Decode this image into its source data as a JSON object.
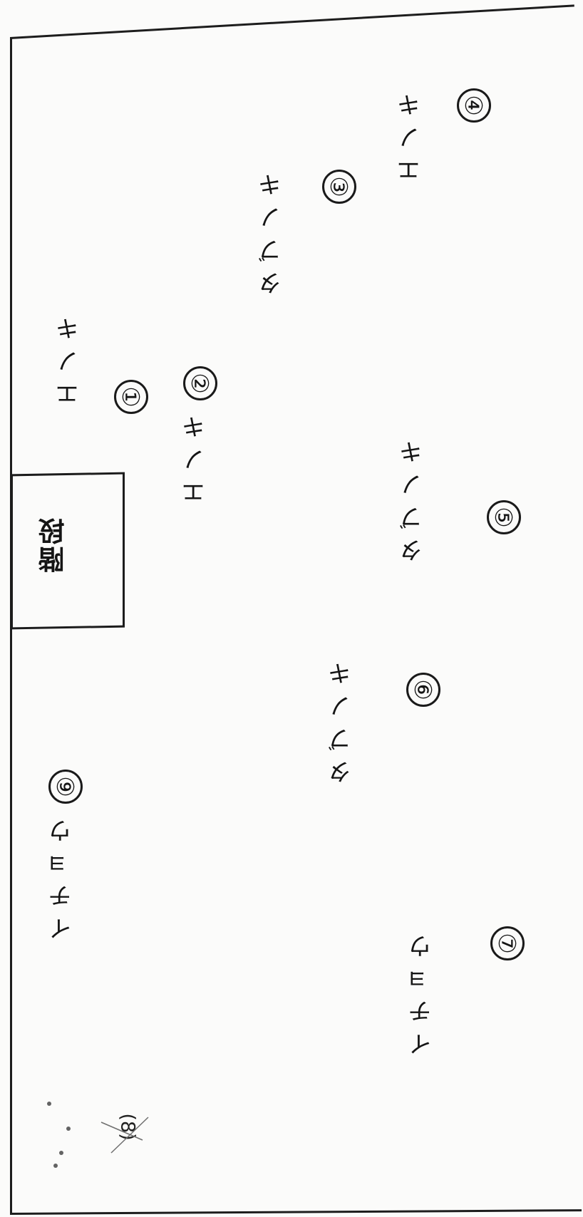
{
  "map": {
    "markers": [
      {
        "number": "④",
        "species": "エノキ"
      },
      {
        "number": "③",
        "species": "タブノキ"
      },
      {
        "number": "①",
        "species": "エノキ"
      },
      {
        "number": "②",
        "species": "エノキ"
      },
      {
        "number": "⑤",
        "species": "タブノキ"
      },
      {
        "number": "⑥",
        "species": "タブノキ"
      },
      {
        "number": "⑨",
        "species": "イチョウ"
      },
      {
        "number": "⑦",
        "species": "イチョウ"
      }
    ],
    "stairs_label": "階段",
    "page_mark": "(8)"
  }
}
